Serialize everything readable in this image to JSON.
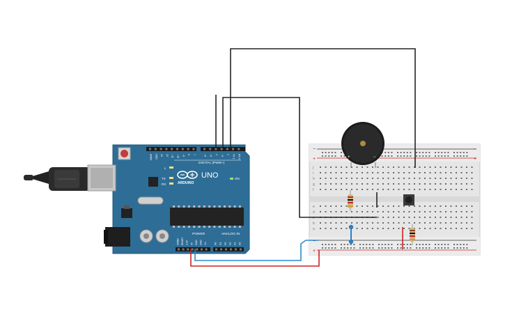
{
  "board": {
    "brand": "ARDUINO",
    "model": "UNO",
    "on_label": "ON",
    "tx_label": "TX",
    "rx_label": "RX",
    "l_label": "L",
    "digital_label": "DIGITAL (PWM~)",
    "power_label": "POWER",
    "analog_label": "ANALOG IN",
    "digital_pins": [
      "AREF",
      "GND",
      "13",
      "12",
      "~11",
      "~10",
      "~9",
      "8",
      "7",
      "~6",
      "~5",
      "4",
      "~3",
      "2",
      "TX 1",
      "RX 0"
    ],
    "power_pins": [
      "IOREF",
      "RESET",
      "3.3V",
      "5V",
      "GND",
      "GND",
      "Vin"
    ],
    "analog_pins": [
      "A0",
      "A1",
      "A2",
      "A3",
      "A4",
      "A5"
    ]
  },
  "breadboard": {
    "plus_label": "+",
    "minus_label": "−",
    "row_letters_top": [
      "j",
      "i",
      "h",
      "g",
      "f"
    ],
    "row_letters_bottom": [
      "e",
      "d",
      "c",
      "b",
      "a"
    ]
  },
  "colors": {
    "board": "#2e6d96",
    "wire_black": "#222222",
    "wire_red": "#cc2222",
    "wire_blue": "#2a8ad0",
    "jumper_blue": "#2d7fc1",
    "breadboard": "#e8e8e8"
  },
  "components": [
    "buzzer",
    "push-button",
    "resistor",
    "resistor"
  ]
}
